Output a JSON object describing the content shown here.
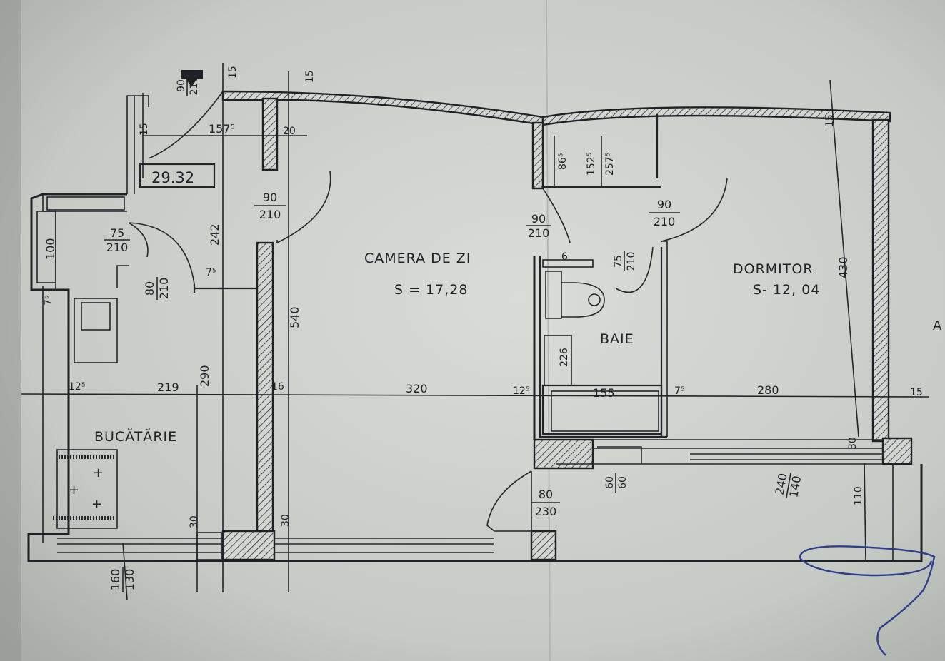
{
  "rooms": {
    "kitchen": {
      "name": "BUCĂTĂRIE"
    },
    "living": {
      "name": "CAMERA DE ZI",
      "area": "S = 17,28"
    },
    "bath": {
      "name": "BAIE"
    },
    "bedroom": {
      "name": "DORMITOR",
      "area": "S- 12, 04"
    }
  },
  "total_area": "29.32",
  "doors": {
    "entry": {
      "w": "90",
      "h": "210"
    },
    "living": {
      "w": "90",
      "h": "210"
    },
    "kitchen": {
      "w": "75",
      "h": "210"
    },
    "hall": {
      "w": "80",
      "h": "210"
    },
    "bath_left": {
      "w": "90",
      "h": "210"
    },
    "bath_top": {
      "w": "90",
      "h": "210"
    },
    "bath_inner": {
      "w": "75",
      "h": "210"
    },
    "balcony": {
      "w": "80",
      "h": "230"
    },
    "window_small": {
      "w": "60",
      "h": "60"
    },
    "window_bed": {
      "w": "240",
      "h": "140"
    },
    "window_kitchen": {
      "w": "160",
      "h": "130"
    }
  },
  "dims": {
    "d15a": "15",
    "d15b": "15",
    "d157": "157⁵",
    "d20": "20",
    "d242": "242",
    "d100": "100",
    "d75a": "7⁵",
    "d75b": "7⁵",
    "d75c": "7⁵",
    "d540": "540",
    "d290": "290",
    "d125a": "12⁵",
    "d219": "219",
    "d16": "16",
    "d320": "320",
    "d125b": "12⁵",
    "d155": "155",
    "d280": "280",
    "d15c": "15",
    "d430": "430",
    "d865": "86⁵",
    "d1525": "152⁵",
    "d2575": "257⁵",
    "d6": "6",
    "d226": "226",
    "d30a": "30",
    "d30b": "30",
    "d30c": "30",
    "d110": "110",
    "d15d": "15",
    "d15e": "15"
  },
  "edge_letter": "A"
}
